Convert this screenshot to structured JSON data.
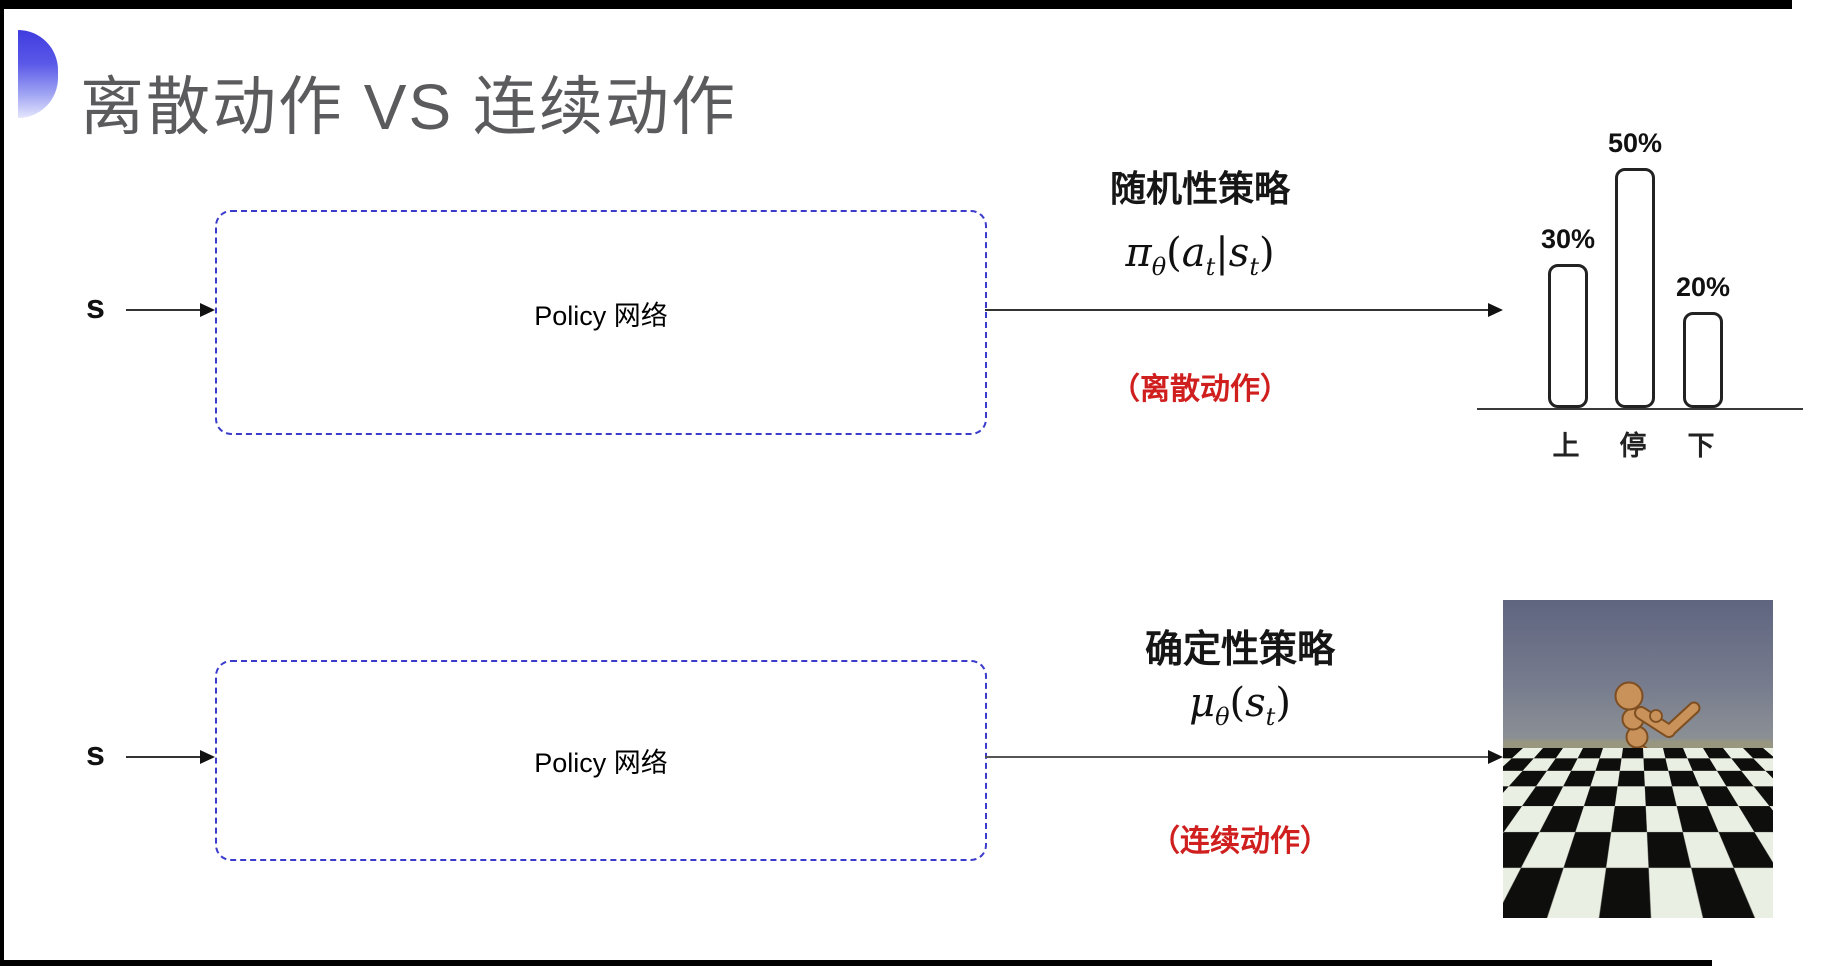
{
  "title": "离散动作 VS 连续动作",
  "decoration": {
    "name": "blue-half-circle-bullet",
    "color_top": "#3f3cdf",
    "color_bottom": "#e4e6fc"
  },
  "rows": [
    {
      "input_label": "s",
      "box_label": "Policy 网络",
      "policy_title": "随机性策略",
      "formula": {
        "f1": "π",
        "s1": "θ",
        "f2": "(",
        "f3": "a",
        "s2": "t",
        "f4": "|",
        "f5": "s",
        "s3": "t",
        "f6": ")"
      },
      "action_note": "（离散动作）"
    },
    {
      "input_label": "s",
      "box_label": "Policy 网络",
      "policy_title": "确定性策略",
      "formula": {
        "f1": "μ",
        "s1": "θ",
        "f2": "(",
        "f3": "s",
        "s2": "t",
        "f4": ")"
      },
      "action_note": "（连续动作）",
      "scene_label": "humanoid-robot-on-checkerboard"
    }
  ],
  "chart_data": {
    "type": "bar",
    "categories": [
      "上",
      "停",
      "下"
    ],
    "values": [
      30,
      50,
      20
    ],
    "value_labels": [
      "30%",
      "50%",
      "20%"
    ],
    "title": "",
    "xlabel": "",
    "ylabel": "",
    "ylim": [
      0,
      55
    ],
    "grid": false,
    "legend": "none",
    "bar_style": "white fill, black rounded outline"
  },
  "colors": {
    "box_border": "#3c3ccc",
    "note_red": "#d01f1f",
    "title_gray": "#5b5b5d",
    "line_black": "#333333"
  }
}
